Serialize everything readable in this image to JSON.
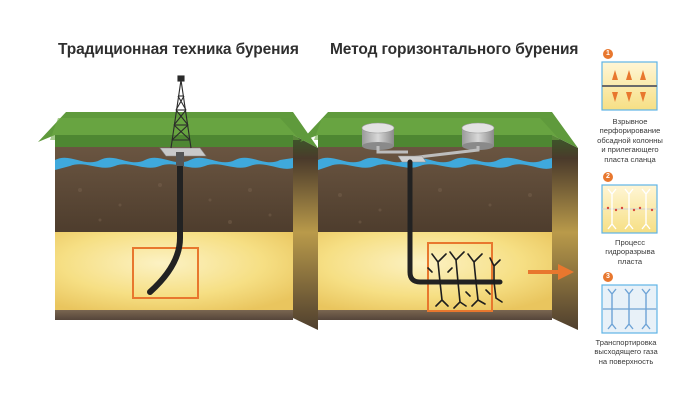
{
  "titles": {
    "left": "Традиционная техника бурения",
    "right": "Метод горизонтального бурения"
  },
  "colors": {
    "accent": "#e8772e",
    "grass": "#5f9a3c",
    "water": "#3fa9dc",
    "soil": "#5e4a38",
    "sand": "#f6df84",
    "rock": "#6b5a44"
  },
  "steps": [
    {
      "number": "1",
      "lines": [
        "Взрывное",
        "перфорирование",
        "обсадной колонны",
        "и прилегающего",
        "пласта сланца"
      ]
    },
    {
      "number": "2",
      "lines": [
        "Процесс",
        "гидроразрыва",
        "пласта"
      ]
    },
    {
      "number": "3",
      "lines": [
        "Транспортировка",
        "высходящего газа",
        "на поверхность"
      ]
    }
  ]
}
